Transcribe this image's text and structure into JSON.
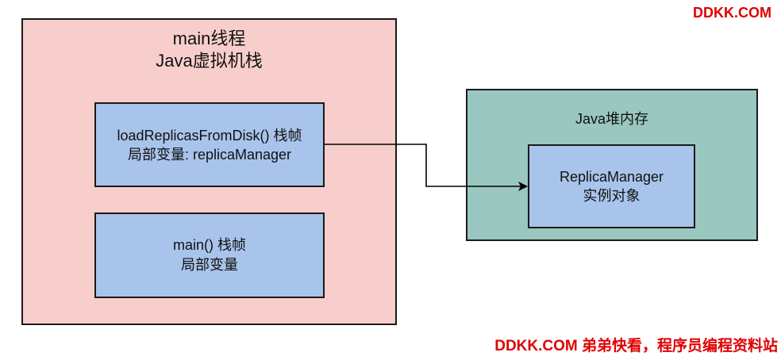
{
  "watermark": {
    "top": "DDKK.COM",
    "bottom": "DDKK.COM 弟弟快看，程序员编程资料站"
  },
  "thread_stack": {
    "line1": "main线程",
    "line2": "Java虚拟机栈",
    "color": "#f8cecc"
  },
  "frames": {
    "load_replicas": {
      "line1": "loadReplicasFromDisk() 栈帧",
      "line2": "局部变量: replicaManager"
    },
    "main": {
      "line1": "main() 栈帧",
      "line2": "局部变量"
    },
    "color": "#a9c4eb"
  },
  "heap": {
    "title": "Java堆内存",
    "color": "#9ac7bf",
    "object": {
      "line1": "ReplicaManager",
      "line2": "实例对象"
    }
  }
}
